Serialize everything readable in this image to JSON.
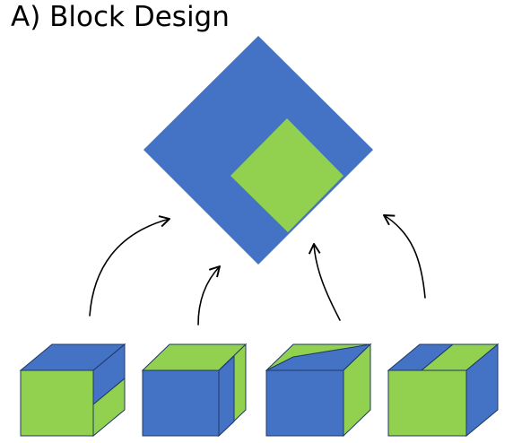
{
  "header": {
    "title": "A) Block Design"
  },
  "colors": {
    "blue": "#4472C4",
    "green": "#92D050",
    "edge": "#1F3864",
    "arrow": "#000000",
    "background": "#FFFFFF"
  },
  "target_pattern": {
    "shape": "diamond",
    "base_color": "blue",
    "inner_square_color": "green"
  },
  "blocks": [
    {
      "id": "block-1",
      "front": "green",
      "top": "blue",
      "side": "blue-green-diagonal"
    },
    {
      "id": "block-2",
      "front": "blue",
      "top": "green",
      "side": "green-with-blue-stripe"
    },
    {
      "id": "block-3",
      "front": "blue",
      "top": "green-with-blue-corner",
      "side": "green"
    },
    {
      "id": "block-4",
      "front": "green",
      "top": "blue-green-diagonal",
      "side": "blue"
    }
  ]
}
